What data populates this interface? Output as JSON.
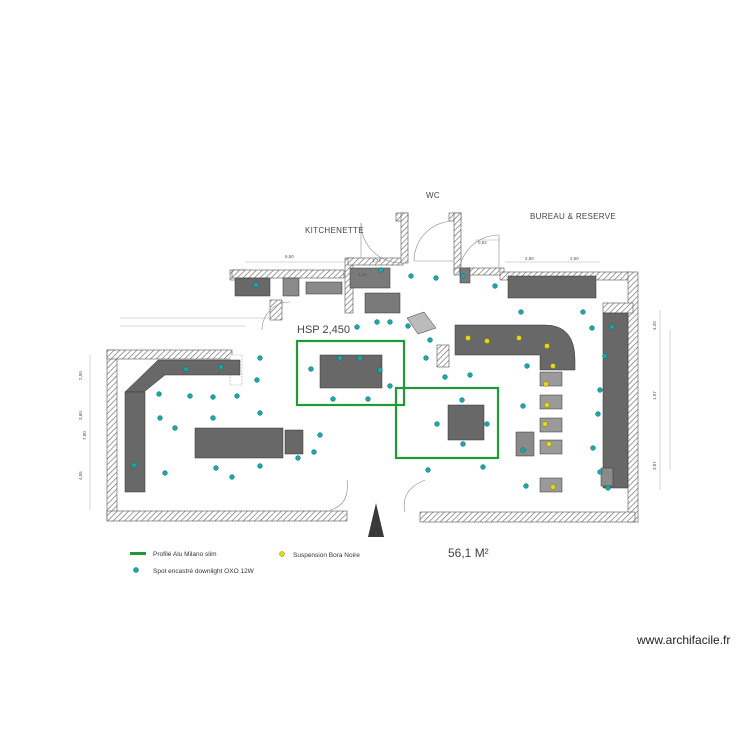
{
  "labels": {
    "wc": "WC",
    "kitchenette": "KITCHENETTE",
    "office": "BUREAU & RESERVE",
    "ceiling_height": "HSP 2,450",
    "surface": "56,1 M²",
    "site": "www.archifacile.fr"
  },
  "legend": {
    "profile": "Profilé Alu Milano slim",
    "suspension": "Suspension Bora Noire",
    "spot": "Spot encastré downlight OXO 12W"
  },
  "colors": {
    "profile": "#1f9a35",
    "spot": "#1aa7a7",
    "suspension": "#e4d81a",
    "wall": "#555555",
    "furniture": "#686868"
  },
  "dimensions": {
    "top_left": "6,50",
    "kitchen_a": "1,74",
    "kitchen_b": "1,60",
    "office_a": "0,92",
    "office_b": "2,80",
    "office_c": "2,50",
    "left_a": "7,80",
    "left_b": "2,50",
    "left_c": "3,60",
    "left_d": "4,05",
    "right_a": "4,20",
    "right_b": "1,97",
    "right_c": "3,87"
  }
}
